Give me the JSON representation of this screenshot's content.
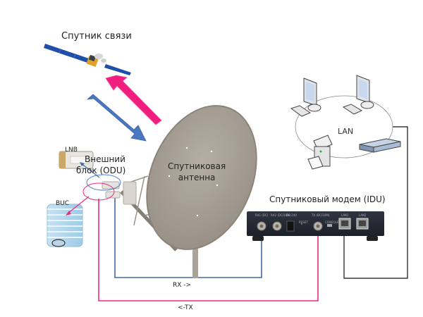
{
  "diagram": {
    "title": "VSAT satellite communication scheme",
    "labels": {
      "satellite": "Спутник связи",
      "odu_line1": "Внешний",
      "odu_line2": "блок (ODU)",
      "dish_line1": "Спутниковая",
      "dish_line2": "антенна",
      "modem": "Спутниковый модем (IDU)",
      "lan": "LAN",
      "lnb": "LNB",
      "buc": "BUC",
      "rx": "RX ->",
      "tx": "<-TX"
    },
    "modem_ports": [
      "RX1 (DC)",
      "RX2 (DC/10M)",
      "DC 24V",
      "RESET",
      "TX (DC/10M)",
      "CONSOLE",
      "LAN1",
      "LAN2"
    ],
    "links": [
      {
        "name": "rx-cable",
        "from": "ODU (LNB)",
        "to": "Modem RX1",
        "color": "#3f6aa6"
      },
      {
        "name": "tx-cable",
        "from": "Modem TX",
        "to": "ODU (BUC)",
        "color": "#ee2a7b"
      },
      {
        "name": "lan-cable",
        "from": "Modem LAN1",
        "to": "LAN",
        "color": "#111111"
      }
    ],
    "arrows": [
      {
        "name": "uplink-arrow",
        "direction": "to satellite",
        "color": "#ee1f7f"
      },
      {
        "name": "downlink-arrow",
        "direction": "to antenna",
        "color": "#4a78c0"
      }
    ],
    "lan_devices": [
      "computer",
      "computer",
      "printer",
      "server"
    ]
  }
}
